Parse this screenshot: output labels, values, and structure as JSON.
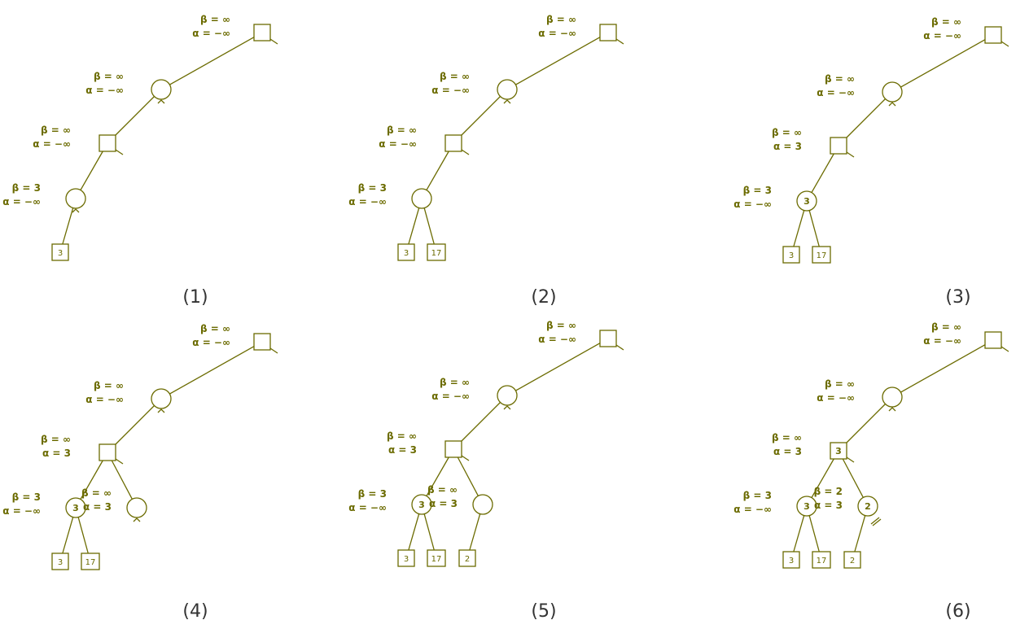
{
  "panels": [
    {
      "caption": "(1)",
      "nodes": [
        {
          "id": "root",
          "type": "max",
          "beta": "β = ∞",
          "alpha": "α = −∞"
        },
        {
          "id": "min1",
          "type": "min",
          "beta": "β = ∞",
          "alpha": "α = −∞"
        },
        {
          "id": "max2",
          "type": "max",
          "beta": "β = ∞",
          "alpha": "α = −∞"
        },
        {
          "id": "minA",
          "type": "min",
          "beta": "β = 3",
          "alpha": "α = −∞"
        },
        {
          "id": "leaf3",
          "type": "leaf",
          "value": "3"
        }
      ]
    },
    {
      "caption": "(2)",
      "nodes": [
        {
          "id": "root",
          "type": "max",
          "beta": "β = ∞",
          "alpha": "α = −∞"
        },
        {
          "id": "min1",
          "type": "min",
          "beta": "β = ∞",
          "alpha": "α = −∞"
        },
        {
          "id": "max2",
          "type": "max",
          "beta": "β = ∞",
          "alpha": "α = −∞"
        },
        {
          "id": "minA",
          "type": "min",
          "beta": "β = 3",
          "alpha": "α = −∞"
        },
        {
          "id": "leaf3",
          "type": "leaf",
          "value": "3"
        },
        {
          "id": "leaf17",
          "type": "leaf",
          "value": "17"
        }
      ]
    },
    {
      "caption": "(3)",
      "nodes": [
        {
          "id": "root",
          "type": "max",
          "beta": "β = ∞",
          "alpha": "α = −∞"
        },
        {
          "id": "min1",
          "type": "min",
          "beta": "β = ∞",
          "alpha": "α = −∞"
        },
        {
          "id": "max2",
          "type": "max",
          "beta": "β = ∞",
          "alpha": "α = 3"
        },
        {
          "id": "minA",
          "type": "min",
          "beta": "β = 3",
          "alpha": "α = −∞",
          "value": "3"
        },
        {
          "id": "leaf3",
          "type": "leaf",
          "value": "3"
        },
        {
          "id": "leaf17",
          "type": "leaf",
          "value": "17"
        }
      ]
    },
    {
      "caption": "(4)",
      "nodes": [
        {
          "id": "root",
          "type": "max",
          "beta": "β = ∞",
          "alpha": "α = −∞"
        },
        {
          "id": "min1",
          "type": "min",
          "beta": "β = ∞",
          "alpha": "α = −∞"
        },
        {
          "id": "max2",
          "type": "max",
          "beta": "β = ∞",
          "alpha": "α = 3"
        },
        {
          "id": "minA",
          "type": "min",
          "beta": "β = 3",
          "alpha": "α = −∞",
          "value": "3"
        },
        {
          "id": "minB",
          "type": "min",
          "beta": "β = ∞",
          "alpha": "α = 3"
        },
        {
          "id": "leaf3",
          "type": "leaf",
          "value": "3"
        },
        {
          "id": "leaf17",
          "type": "leaf",
          "value": "17"
        }
      ]
    },
    {
      "caption": "(5)",
      "nodes": [
        {
          "id": "root",
          "type": "max",
          "beta": "β = ∞",
          "alpha": "α = −∞"
        },
        {
          "id": "min1",
          "type": "min",
          "beta": "β = ∞",
          "alpha": "α = −∞"
        },
        {
          "id": "max2",
          "type": "max",
          "beta": "β = ∞",
          "alpha": "α = 3"
        },
        {
          "id": "minA",
          "type": "min",
          "beta": "β = 3",
          "alpha": "α = −∞",
          "value": "3"
        },
        {
          "id": "minB",
          "type": "min",
          "beta": "β = ∞",
          "alpha": "α = 3"
        },
        {
          "id": "leaf3",
          "type": "leaf",
          "value": "3"
        },
        {
          "id": "leaf17",
          "type": "leaf",
          "value": "17"
        },
        {
          "id": "leaf2",
          "type": "leaf",
          "value": "2"
        }
      ]
    },
    {
      "caption": "(6)",
      "nodes": [
        {
          "id": "root",
          "type": "max",
          "beta": "β = ∞",
          "alpha": "α = −∞"
        },
        {
          "id": "min1",
          "type": "min",
          "beta": "β = ∞",
          "alpha": "α = −∞"
        },
        {
          "id": "max2",
          "type": "max",
          "beta": "β = ∞",
          "alpha": "α = 3",
          "value": "3"
        },
        {
          "id": "minA",
          "type": "min",
          "beta": "β = 3",
          "alpha": "α = −∞",
          "value": "3"
        },
        {
          "id": "minB",
          "type": "min",
          "beta": "β = 2",
          "alpha": "α = 3",
          "value": "2",
          "pruned": true
        },
        {
          "id": "leaf3",
          "type": "leaf",
          "value": "3"
        },
        {
          "id": "leaf17",
          "type": "leaf",
          "value": "17"
        },
        {
          "id": "leaf2",
          "type": "leaf",
          "value": "2"
        }
      ]
    }
  ],
  "colors": {
    "tree": "#6b6b00",
    "caption": "#333333"
  }
}
